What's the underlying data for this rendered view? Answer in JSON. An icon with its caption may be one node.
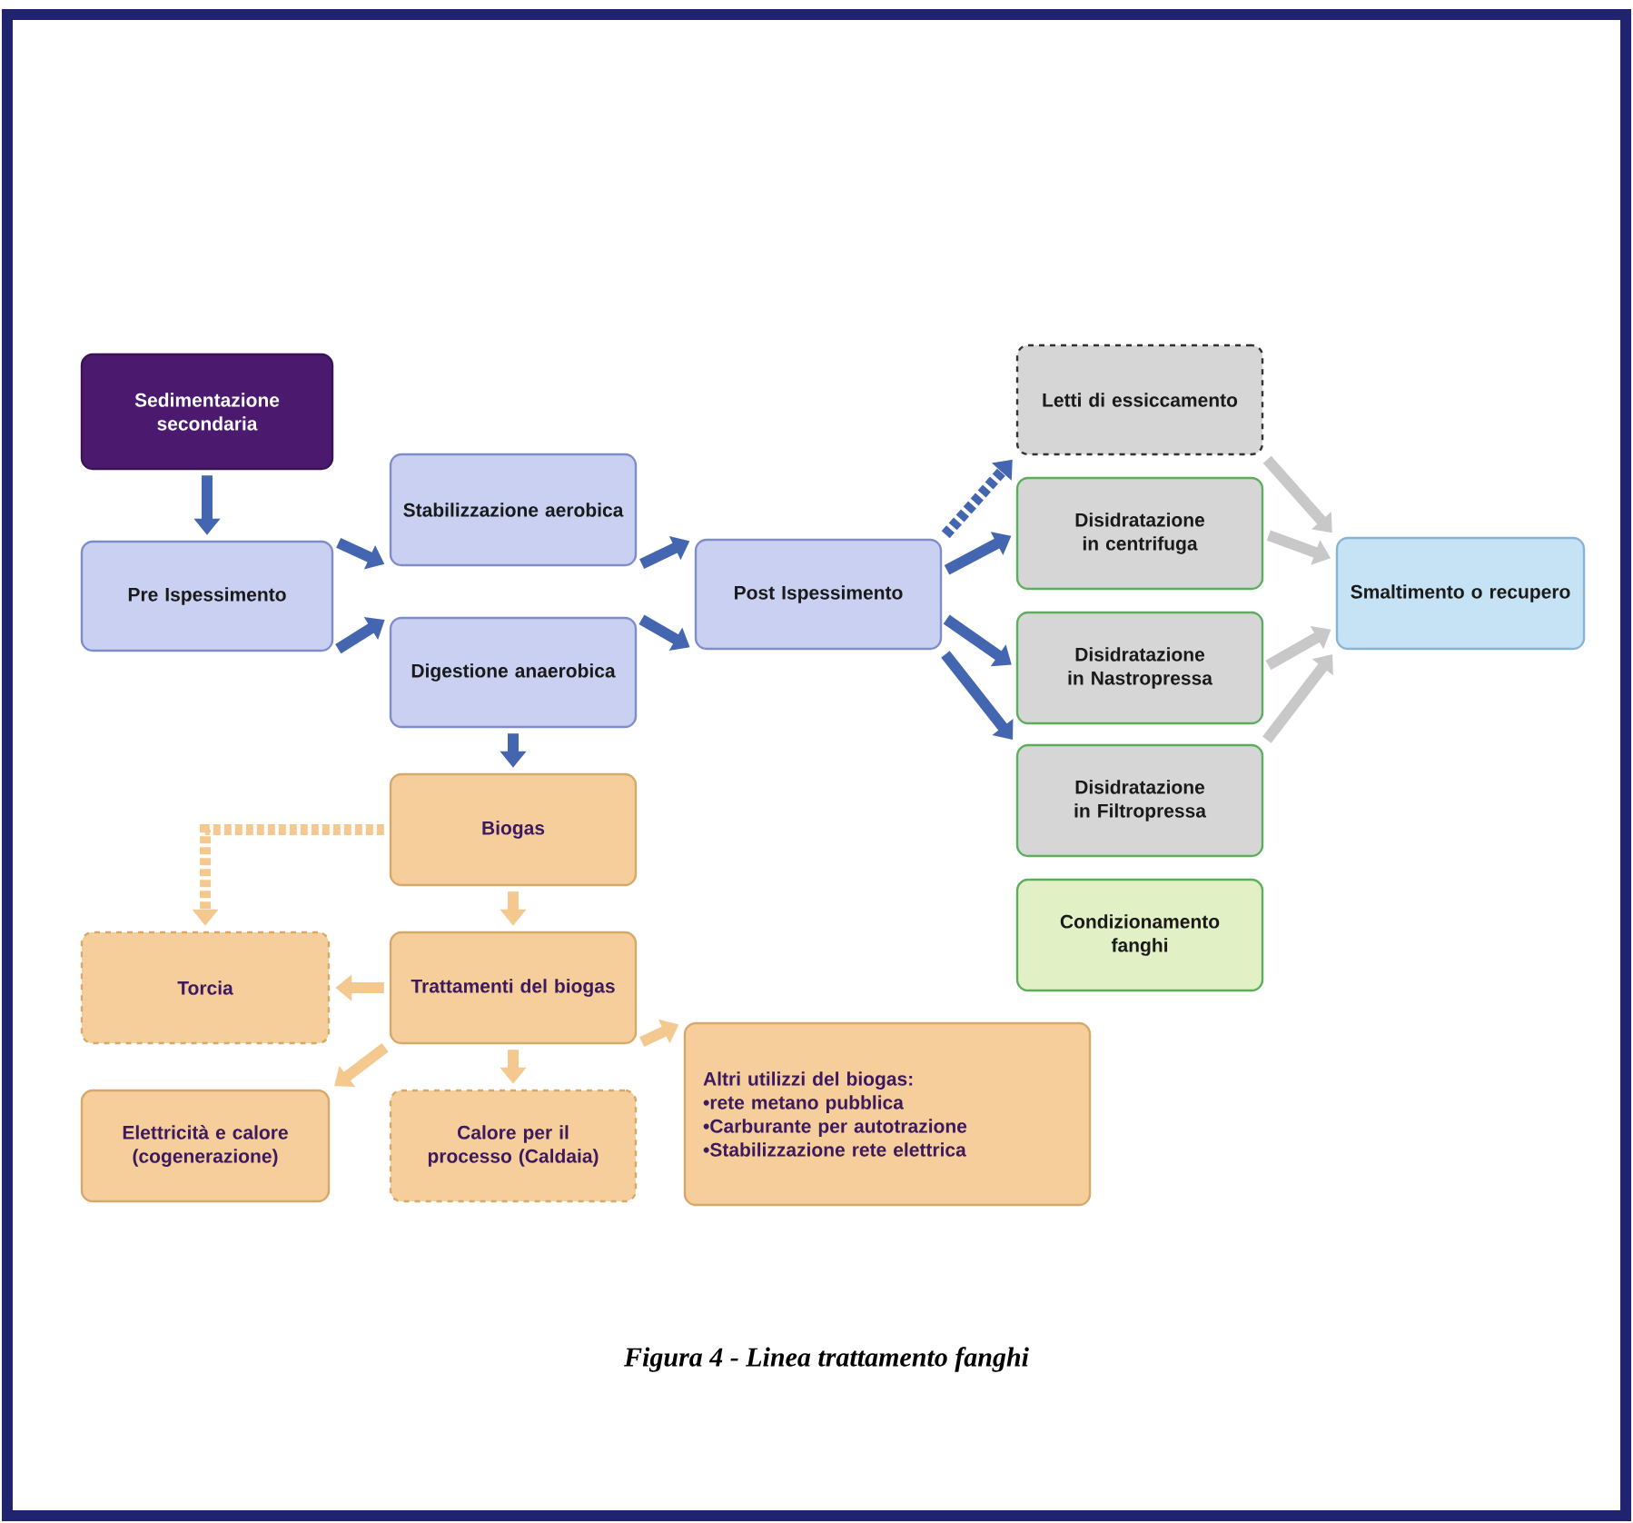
{
  "diagram": {
    "caption": "Figura 4 - Linea trattamento fanghi",
    "nodes": [
      {
        "text": [
          "Sedimentazione secondaria"
        ]
      },
      {
        "text": [
          "Pre Ispessimento"
        ]
      },
      {
        "text": [
          "Stabilizzazione aerobica"
        ]
      },
      {
        "text": [
          "Digestione anaerobica"
        ]
      },
      {
        "text": [
          "Post Ispessimento"
        ]
      },
      {
        "text": [
          "Letti di essiccamento"
        ]
      },
      {
        "text": [
          "Disidratazione in centrifuga"
        ]
      },
      {
        "text": [
          "Disidratazione in Nastropressa"
        ]
      },
      {
        "text": [
          "Disidratazione in Filtropressa"
        ]
      },
      {
        "text": [
          "Condizionamento fanghi"
        ]
      },
      {
        "text": [
          "Smaltimento o recupero"
        ]
      },
      {
        "text": [
          "Biogas"
        ]
      },
      {
        "text": [
          "Trattamenti del biogas"
        ]
      },
      {
        "text": [
          "Torcia"
        ]
      },
      {
        "text": [
          "Elettricità e calore (cogenerazione)"
        ]
      },
      {
        "text": [
          "Calore per il processo (Caldaia)"
        ]
      },
      {
        "text": [
          "Altri utilizzi del biogas:",
          "•rete metano pubblica",
          "•Carburante per autotrazione",
          "•Stabilizzazione rete elettrica"
        ]
      }
    ],
    "edges": [
      {
        "from": 0,
        "to": 1,
        "arrow": "to"
      },
      {
        "from": 1,
        "to": 2,
        "arrow": "to"
      },
      {
        "from": 1,
        "to": 3,
        "arrow": "to"
      },
      {
        "from": 2,
        "to": 4,
        "arrow": "to"
      },
      {
        "from": 3,
        "to": 4,
        "arrow": "to"
      },
      {
        "from": 3,
        "to": 11,
        "arrow": "to"
      },
      {
        "from": 4,
        "to": 5,
        "arrow": "to",
        "style": "dashed"
      },
      {
        "from": 4,
        "to": 6,
        "arrow": "to"
      },
      {
        "from": 4,
        "to": 7,
        "arrow": "to"
      },
      {
        "from": 4,
        "to": 8,
        "arrow": "to"
      },
      {
        "from": 5,
        "to": 10,
        "arrow": "to",
        "color": "#c8c8c8"
      },
      {
        "from": 6,
        "to": 10,
        "arrow": "to",
        "color": "#c8c8c8"
      },
      {
        "from": 7,
        "to": 10,
        "arrow": "to",
        "color": "#c8c8c8"
      },
      {
        "from": 8,
        "to": 10,
        "arrow": "to",
        "color": "#c8c8c8"
      },
      {
        "from": 11,
        "to": 13,
        "arrow": "to",
        "style": "dashed",
        "color": "#f3c98f"
      },
      {
        "from": 11,
        "to": 12,
        "arrow": "to",
        "color": "#f3c98f"
      },
      {
        "from": 12,
        "to": 13,
        "arrow": "to",
        "color": "#f3c98f"
      },
      {
        "from": 12,
        "to": 14,
        "arrow": "to",
        "color": "#f3c98f"
      },
      {
        "from": 12,
        "to": 15,
        "arrow": "to",
        "color": "#f3c98f"
      },
      {
        "from": 12,
        "to": 16,
        "arrow": "to",
        "color": "#f3c98f"
      }
    ]
  }
}
